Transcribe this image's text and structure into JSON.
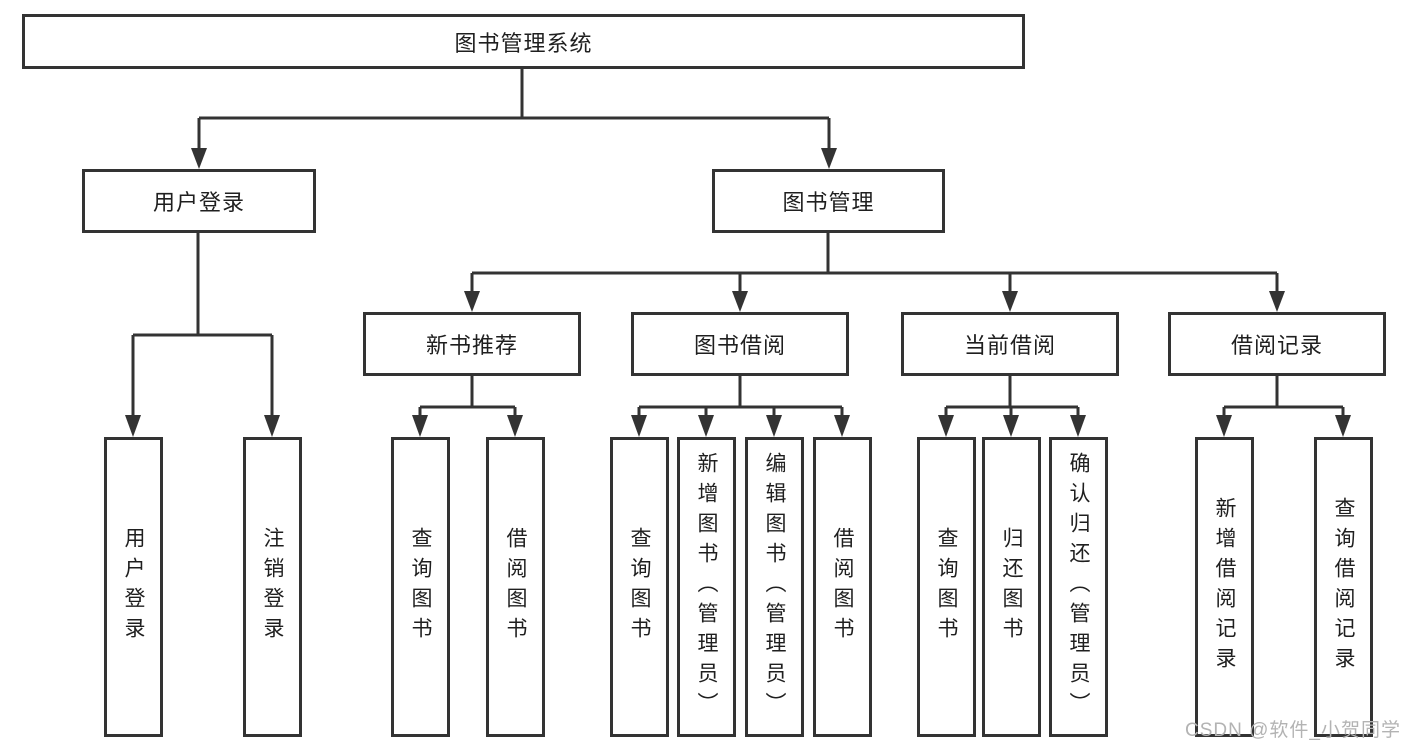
{
  "diagram": {
    "title": "图书管理系统",
    "branches": {
      "user_login": {
        "label": "用户登录",
        "children": [
          "用户登录",
          "注销登录"
        ]
      },
      "book_management": {
        "label": "图书管理",
        "modules": {
          "new_book": {
            "label": "新书推荐",
            "children": [
              "查询图书",
              "借阅图书"
            ]
          },
          "book_borrow": {
            "label": "图书借阅",
            "children": [
              "查询图书",
              "新增图书（管理员）",
              "编辑图书（管理员）",
              "借阅图书"
            ]
          },
          "current_borrow": {
            "label": "当前借阅",
            "children": [
              "查询图书",
              "归还图书",
              "确认归还（管理员）"
            ]
          },
          "borrow_record": {
            "label": "借阅记录",
            "children": [
              "新增借阅记录",
              "查询借阅记录"
            ]
          }
        }
      }
    },
    "line_color": "#333333"
  },
  "watermark": "CSDN @软件_小贺同学"
}
